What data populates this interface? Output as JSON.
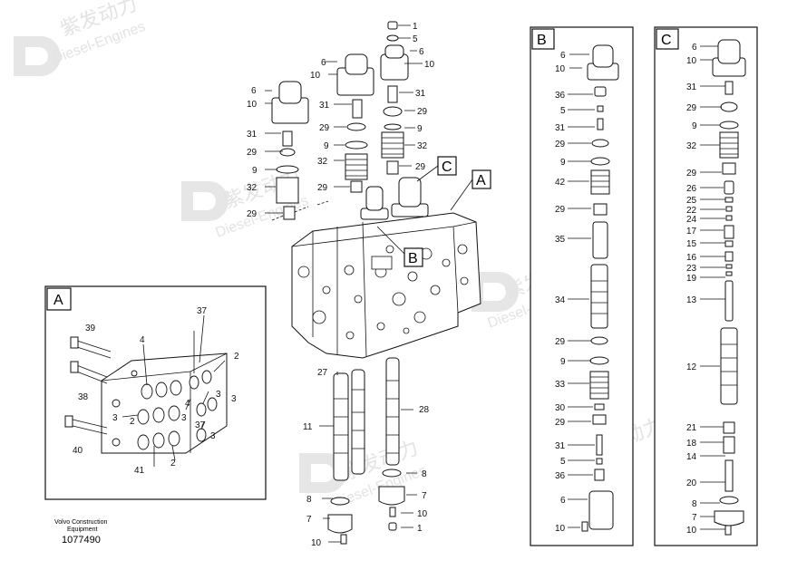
{
  "watermark": {
    "brand": "紫发动力",
    "subtitle": "Diesel-Engines"
  },
  "footer": {
    "company_line1": "Volvo Construction",
    "company_line2": "Equipment",
    "drawing_number": "1077490"
  },
  "detail_tags": {
    "a": "A",
    "b": "B",
    "c": "C"
  },
  "labels": {
    "main": [
      "1",
      "5",
      "6",
      "10",
      "6",
      "10",
      "6",
      "10",
      "31",
      "31",
      "29",
      "29",
      "9",
      "9",
      "32",
      "32",
      "29",
      "29",
      "31",
      "29",
      "9",
      "32",
      "29",
      "27",
      "28",
      "11",
      "8",
      "8",
      "7",
      "7",
      "10",
      "10",
      "1"
    ],
    "detail_a": [
      "39",
      "4",
      "37",
      "2",
      "38",
      "3",
      "4",
      "3",
      "3",
      "2",
      "3",
      "37",
      "40",
      "41",
      "2",
      "3"
    ],
    "detail_b": [
      "6",
      "10",
      "36",
      "5",
      "31",
      "29",
      "9",
      "42",
      "29",
      "35",
      "34",
      "29",
      "9",
      "33",
      "30",
      "29",
      "31",
      "5",
      "36",
      "6",
      "10"
    ],
    "detail_c": [
      "6",
      "10",
      "31",
      "29",
      "9",
      "32",
      "29",
      "26",
      "25",
      "22",
      "24",
      "17",
      "15",
      "16",
      "23",
      "19",
      "13",
      "12",
      "21",
      "18",
      "14",
      "20",
      "8",
      "7",
      "10"
    ]
  }
}
